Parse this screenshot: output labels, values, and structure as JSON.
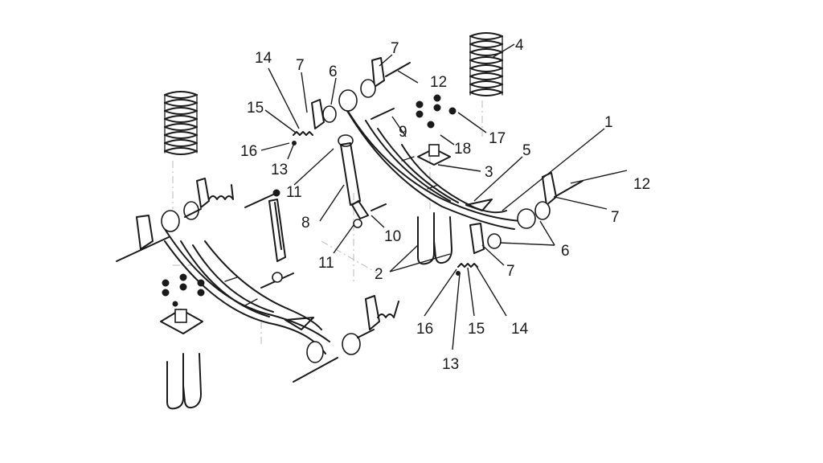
{
  "callouts": {
    "c1": "1",
    "c2": "2",
    "c3": "3",
    "c4": "4",
    "c5": "5",
    "c6a": "6",
    "c6b": "6",
    "c7a": "7",
    "c7b": "7",
    "c7c": "7",
    "c7d": "7",
    "c8": "8",
    "c9": "9",
    "c10": "10",
    "c11a": "11",
    "c11b": "11",
    "c12a": "12",
    "c12b": "12",
    "c13a": "13",
    "c13b": "13",
    "c14a": "14",
    "c14b": "14",
    "c15a": "15",
    "c15b": "15",
    "c16a": "16",
    "c16b": "16",
    "c17": "17",
    "c18": "18"
  },
  "colors": {
    "line": "#1a1a1a",
    "axis": "#b8b8b8",
    "background": "#ffffff"
  }
}
